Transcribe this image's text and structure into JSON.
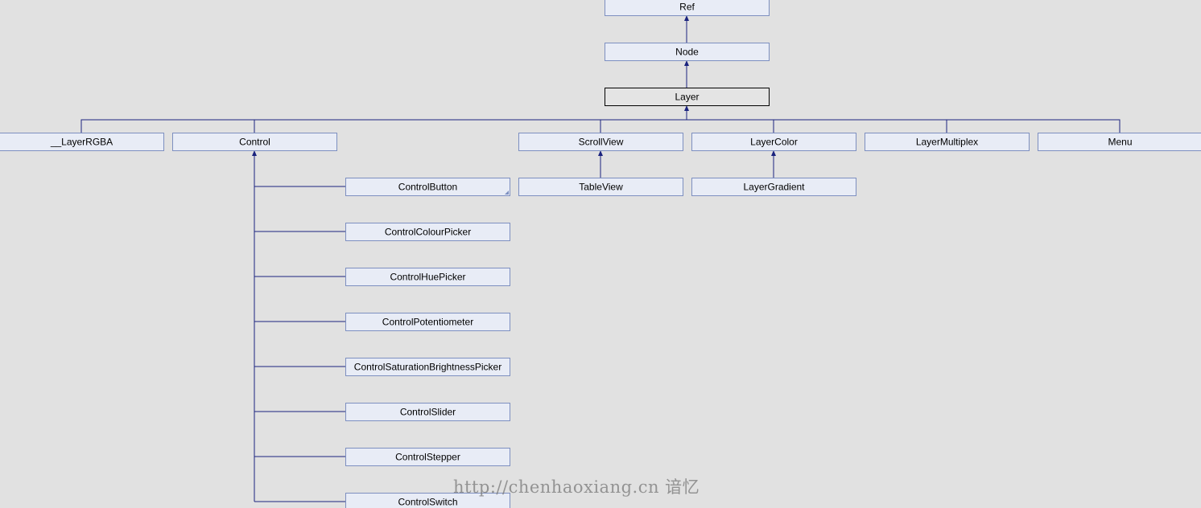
{
  "diagram": {
    "nodes": [
      {
        "id": "ref",
        "label": "Ref"
      },
      {
        "id": "node",
        "label": "Node"
      },
      {
        "id": "layer",
        "label": "Layer",
        "current": true
      },
      {
        "id": "layerrgba",
        "label": "__LayerRGBA"
      },
      {
        "id": "control",
        "label": "Control"
      },
      {
        "id": "scrollview",
        "label": "ScrollView"
      },
      {
        "id": "layercolor",
        "label": "LayerColor"
      },
      {
        "id": "layermultiplex",
        "label": "LayerMultiplex"
      },
      {
        "id": "menu",
        "label": "Menu"
      },
      {
        "id": "controlbutton",
        "label": "ControlButton",
        "has_more": true
      },
      {
        "id": "tableview",
        "label": "TableView"
      },
      {
        "id": "layergradient",
        "label": "LayerGradient"
      },
      {
        "id": "controlcolourpicker",
        "label": "ControlColourPicker"
      },
      {
        "id": "controlhuepicker",
        "label": "ControlHuePicker"
      },
      {
        "id": "controlpotentiometer",
        "label": "ControlPotentiometer"
      },
      {
        "id": "controlsaturationbrightnesspicker",
        "label": "ControlSaturationBrightnessPicker"
      },
      {
        "id": "controlslider",
        "label": "ControlSlider"
      },
      {
        "id": "controlstepper",
        "label": "ControlStepper"
      },
      {
        "id": "controlswitch",
        "label": "ControlSwitch"
      }
    ],
    "edges": [
      {
        "from": "node",
        "to": "ref"
      },
      {
        "from": "layer",
        "to": "node"
      },
      {
        "from": "layerrgba",
        "to": "layer"
      },
      {
        "from": "control",
        "to": "layer"
      },
      {
        "from": "scrollview",
        "to": "layer"
      },
      {
        "from": "layercolor",
        "to": "layer"
      },
      {
        "from": "layermultiplex",
        "to": "layer"
      },
      {
        "from": "menu",
        "to": "layer"
      },
      {
        "from": "tableview",
        "to": "scrollview"
      },
      {
        "from": "layergradient",
        "to": "layercolor"
      },
      {
        "from": "controlbutton",
        "to": "control"
      },
      {
        "from": "controlcolourpicker",
        "to": "control"
      },
      {
        "from": "controlhuepicker",
        "to": "control"
      },
      {
        "from": "controlpotentiometer",
        "to": "control"
      },
      {
        "from": "controlsaturationbrightnesspicker",
        "to": "control"
      },
      {
        "from": "controlslider",
        "to": "control"
      },
      {
        "from": "controlstepper",
        "to": "control"
      },
      {
        "from": "controlswitch",
        "to": "control"
      }
    ],
    "colors": {
      "background": "#e1e1e1",
      "node_fill": "#e8ecf6",
      "node_border": "#7d8fc0",
      "current_border": "#000000",
      "edge": "#1a237e"
    }
  },
  "watermark": "http://chenhaoxiang.cn 谙忆"
}
